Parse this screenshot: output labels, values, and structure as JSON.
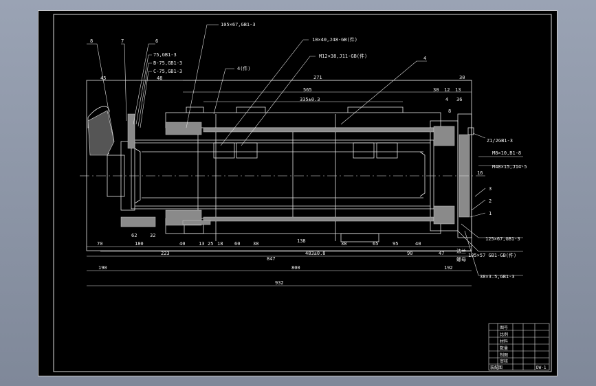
{
  "drawing": {
    "callouts": {
      "c_top1": "105×67,GB1-3",
      "c_top2": "10×40,J48-GB(件)",
      "c_top3": "M12×38,J11-GB(件)",
      "c_top4": "4(件)",
      "c_part4": "4",
      "c_7": "7",
      "c_6": "6",
      "c_8": "8",
      "c_r1": "75,GB1-3",
      "c_r2": "B-75,GB1-3",
      "c_r3": "C-75,GB1-3",
      "c_right1": "Z1/2GB1-3",
      "c_right2": "M8×10,B1-8",
      "c_right3": "M48×15,J14-5",
      "c_3": "3",
      "c_2": "2",
      "c_1": "1",
      "c_bot1": "125×67,GB1-3",
      "c_bot2": "105×57 GB1-GB(件)",
      "c_bot3": "38×3.5,GB1-3",
      "c_nm1": "法兰",
      "c_nm2": "螺母"
    },
    "dims": {
      "d_271": "271",
      "d_30t": "30",
      "d_565": "565",
      "d_30": "30",
      "d_12": "12",
      "d_13": "13",
      "d_45": "45",
      "d_48": "48",
      "d_335": "335±0.3",
      "d_4": "4",
      "d_36": "36",
      "d_8": "8",
      "d_16": "16",
      "d_70": "70",
      "d_180": "180",
      "d_62": "62",
      "d_32": "32",
      "d_40": "40",
      "d_13b": "13",
      "d_25": "25",
      "d_18": "18",
      "d_60": "60",
      "d_38": "38",
      "d_138": "138",
      "d_38b": "38",
      "d_65": "65",
      "d_95": "95",
      "d_40b": "40",
      "d_223": "223",
      "d_483": "483±0.8",
      "d_90": "90",
      "d_847": "847",
      "d_47": "47",
      "d_190": "190",
      "d_800": "800",
      "d_192": "192",
      "d_932": "932"
    },
    "title_block": {
      "r1": "图号",
      "r2": "比例",
      "r3": "材料",
      "r4": "数量",
      "r5": "制图",
      "r6": "审核",
      "left": "装配图",
      "right": "DW-1"
    }
  }
}
